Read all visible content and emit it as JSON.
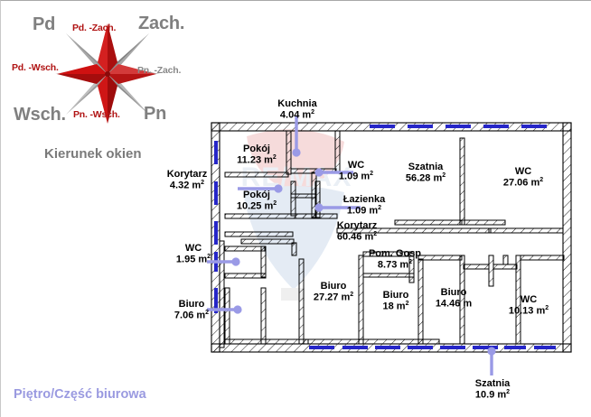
{
  "compass": {
    "caption": "Kierunek okien",
    "directions": [
      {
        "id": "pd",
        "label": "Pd",
        "style": "major",
        "color": "#808080"
      },
      {
        "id": "zach",
        "label": "Zach.",
        "style": "major",
        "color": "#808080"
      },
      {
        "id": "wsch",
        "label": "Wsch.",
        "style": "major",
        "color": "#808080"
      },
      {
        "id": "pn",
        "label": "Pn",
        "style": "major",
        "color": "#808080"
      },
      {
        "id": "pdzach",
        "label": "Pd. -Zach.",
        "style": "minor",
        "color": "#b01313"
      },
      {
        "id": "pnzach",
        "label": "Pn. -Zach.",
        "style": "minor",
        "color": "#888888"
      },
      {
        "id": "pdwsch",
        "label": "Pd. -Wsch.",
        "style": "minor",
        "color": "#b01313"
      },
      {
        "id": "pnwsch",
        "label": "Pn. -Wsch.",
        "style": "minor",
        "color": "#b01313"
      }
    ],
    "colors": {
      "red": "#cc1111",
      "gray": "#9d9d9d",
      "gray_dark": "#7b7b7b"
    }
  },
  "floorplan": {
    "rooms": [
      {
        "id": "kuchnia",
        "name": "Kuchnia",
        "area": "4.04 m",
        "unit": "2"
      },
      {
        "id": "pokoj1",
        "name": "Pokój",
        "area": "11.23 m",
        "unit": "2"
      },
      {
        "id": "pokoj2",
        "name": "Pokój",
        "area": "10.25 m",
        "unit": "2"
      },
      {
        "id": "korytarz1",
        "name": "Korytarz",
        "area": "4.32 m",
        "unit": "2"
      },
      {
        "id": "wc1",
        "name": "WC",
        "area": "1.09 m",
        "unit": "2"
      },
      {
        "id": "lazienka",
        "name": "Łazienka",
        "area": "1.09 m",
        "unit": "2"
      },
      {
        "id": "szatnia1",
        "name": "Szatnia",
        "area": "56.28 m",
        "unit": "2"
      },
      {
        "id": "wc2",
        "name": "WC",
        "area": "27.06 m",
        "unit": "2"
      },
      {
        "id": "korytarz2",
        "name": "Korytarz",
        "area": "60.46 m",
        "unit": "2"
      },
      {
        "id": "pomgosp",
        "name": "Pom. Gosp",
        "area": "8.73 m",
        "unit": "2"
      },
      {
        "id": "wc3",
        "name": "WC",
        "area": "1.95 m",
        "unit": "2"
      },
      {
        "id": "biuro1",
        "name": "Biuro",
        "area": "7.06 m",
        "unit": "2"
      },
      {
        "id": "biuro2",
        "name": "Biuro",
        "area": "27.27 m",
        "unit": "2"
      },
      {
        "id": "biuro3",
        "name": "Biuro",
        "area": "18 m",
        "unit": "2"
      },
      {
        "id": "biuro4",
        "name": "Biuro",
        "area": "14.46 m",
        "unit": ""
      },
      {
        "id": "wc4",
        "name": "WC",
        "area": "10.13 m",
        "unit": "2"
      },
      {
        "id": "szatnia2",
        "name": "Szatnia",
        "area": "10.9 m",
        "unit": "2"
      }
    ],
    "colors": {
      "wall": "#000000",
      "window": "#2626c8",
      "leader": "#9a9ae6"
    }
  },
  "footer": {
    "caption": "Piętro/Część biurowa"
  },
  "watermark": {
    "brand": "RE/MAX",
    "red": "#e8b4b4",
    "blue": "#c3d2e8"
  }
}
